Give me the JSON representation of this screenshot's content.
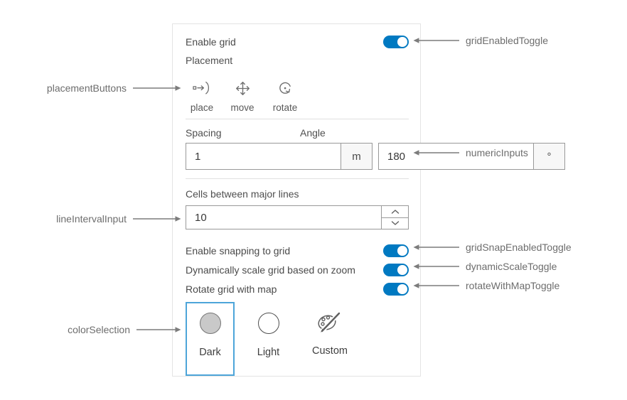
{
  "colors": {
    "accent_blue": "#0079c1",
    "selection_border": "#4da5d9",
    "arrow_gray": "#7c7c7c",
    "dark_swatch_fill": "#c9c9c9"
  },
  "panel": {
    "enable_grid": {
      "label": "Enable grid",
      "state": "on"
    },
    "placement": {
      "label": "Placement",
      "buttons": [
        {
          "label": "place"
        },
        {
          "label": "move"
        },
        {
          "label": "rotate"
        }
      ]
    },
    "spacing": {
      "label": "Spacing",
      "value": "1",
      "unit": "m"
    },
    "angle": {
      "label": "Angle",
      "value": "180",
      "unit": "°"
    },
    "cells": {
      "label": "Cells between major lines",
      "value": "10"
    },
    "toggles": [
      {
        "label": "Enable snapping to grid",
        "state": "on"
      },
      {
        "label": "Dynamically scale grid based on zoom",
        "state": "on"
      },
      {
        "label": "Rotate grid with map",
        "state": "on"
      }
    ],
    "color_selection": {
      "options": [
        {
          "label": "Dark",
          "selected": true
        },
        {
          "label": "Light",
          "selected": false
        },
        {
          "label": "Custom",
          "selected": false
        }
      ]
    }
  },
  "callouts": {
    "left": [
      {
        "label": "placementButtons"
      },
      {
        "label": "lineIntervalInput"
      },
      {
        "label": "colorSelection"
      }
    ],
    "right": [
      {
        "label": "gridEnabledToggle"
      },
      {
        "label": "numericInputs"
      },
      {
        "label": "gridSnapEnabledToggle"
      },
      {
        "label": "dynamicScaleToggle"
      },
      {
        "label": "rotateWithMapToggle"
      }
    ]
  }
}
